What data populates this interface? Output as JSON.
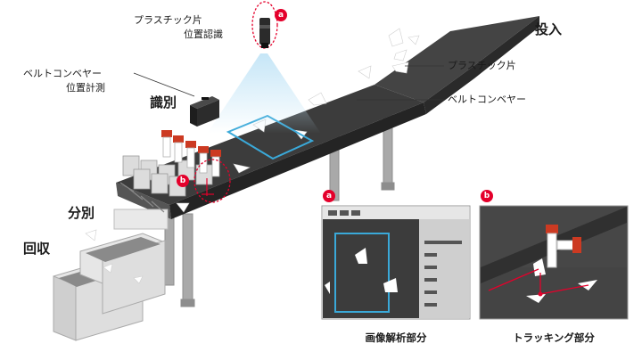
{
  "stages": {
    "input": "投入",
    "identify": "識別",
    "sort": "分別",
    "collect": "回収"
  },
  "labels": {
    "camera": [
      "プラスチック片",
      "位置認識"
    ],
    "conveyor_sensor": [
      "ベルトコンベヤー",
      "位置計測"
    ],
    "plastic_pieces": "プラスチック片",
    "conveyor": "ベルトコンベヤー"
  },
  "badges": {
    "a": "a",
    "b": "b"
  },
  "insets": {
    "a": {
      "badge": "a",
      "caption": "画像解析部分"
    },
    "b": {
      "badge": "b",
      "caption": "トラッキング部分"
    }
  },
  "colors": {
    "accent_red": "#e4002b",
    "detect_box": "#3aa9d9",
    "belt": "#3c3c3c",
    "frame": "#a9a9a9",
    "bins": "#d6d6d6"
  }
}
